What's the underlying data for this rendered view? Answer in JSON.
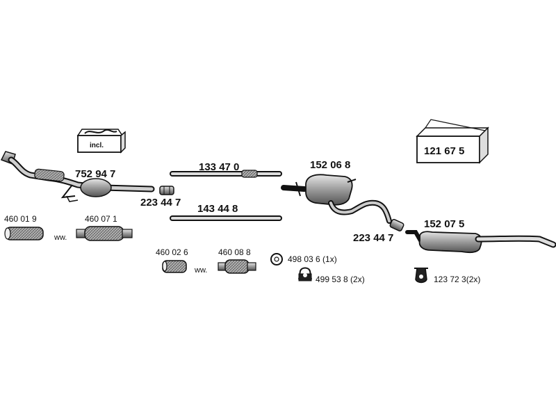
{
  "parts": {
    "front_pipe_cat": "752 94 7",
    "connector_1": "223 44 7",
    "mid_pipe_upper": "133 47 0",
    "mid_pipe_lower": "143 44 8",
    "mid_silencer": "152 06 8",
    "connector_2": "223 44 7",
    "rear_silencer": "152 07 5",
    "mounting_kit": "121 67 5",
    "flex_1": "460 01 9",
    "flex_2": "460 07 1",
    "flex_3": "460 02 6",
    "flex_4": "460 08 8",
    "ring_mount": "498 03 6 (1x)",
    "rubber_mount": "499 53 8 (2x)",
    "hanger": "123 72 3(2x)"
  },
  "notes": {
    "incl": "incl.",
    "ww_1": "ww.",
    "ww_2": "ww."
  }
}
